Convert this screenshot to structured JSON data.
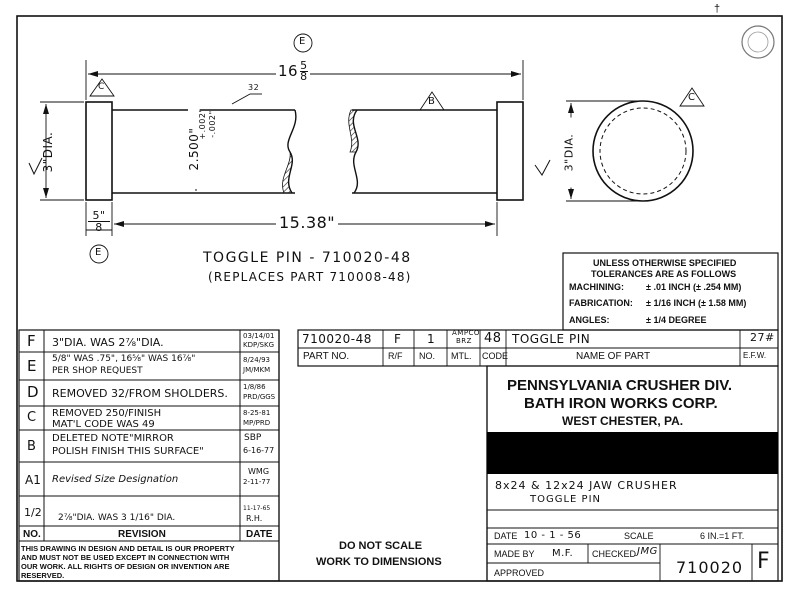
{
  "drawing": {
    "overall_length": "16",
    "overall_length_frac_num": "5",
    "overall_length_frac_den": "8",
    "shaft_length": "15.38\"",
    "diameter_left": "3\"DIA.",
    "diameter_right": "3\"DIA.",
    "shaft_diameter": "2.500\"",
    "shaft_tolerance_plus": "+.002\"",
    "shaft_tolerance_minus": "-.002\"",
    "collar_num": "5\"",
    "collar_den": "8",
    "finish_mark": "32",
    "rev_marks": {
      "c1": "C",
      "e_top": "E",
      "b": "B",
      "c_right": "C",
      "e_bottom": "E"
    },
    "title_line1": "TOGGLE PIN - 710020-48",
    "title_line2": "(REPLACES PART 710008-48)",
    "corner_mark": "†"
  },
  "tolerances": {
    "title1": "UNLESS OTHERWISE SPECIFIED",
    "title2": "TOLERANCES ARE AS FOLLOWS",
    "machining_label": "MACHINING:",
    "machining_value": "± .01 INCH (± .254 MM)",
    "fabrication_label": "FABRICATION:",
    "fabrication_value": "± 1/16 INCH (± 1.58 MM)",
    "angles_label": "ANGLES:",
    "angles_value": "± 1/4 DEGREE"
  },
  "revisions": {
    "rows": [
      {
        "mark": "F",
        "text": "3\"DIA. WAS 2⅞\"DIA.",
        "date": "03/14/01",
        "date2": "KDP/SKG"
      },
      {
        "mark": "E",
        "text": "5/8\" WAS .75\", 16⅝\" WAS 16⅞\"",
        "text2": "PER SHOP REQUEST",
        "date": "8/24/93",
        "date2": "JM/MKM"
      },
      {
        "mark": "D",
        "text": "REMOVED 32/FROM SHOLDERS.",
        "date": "1/8/86",
        "date2": "PRD/GGS"
      },
      {
        "mark": "C",
        "text": "REMOVED 250/FINISH",
        "text2": "MAT'L CODE WAS 49",
        "date": "8-25-81",
        "date2": "MP/PRD"
      },
      {
        "mark": "B",
        "text": "DELETED NOTE\"MIRROR",
        "text2": "POLISH FINISH THIS SURFACE\"",
        "date": "SBP",
        "date2": "6-16-77"
      },
      {
        "mark": "A1",
        "text": "Revised Size Designation",
        "date": "WMG",
        "date2": "2-11-77"
      },
      {
        "mark": "1/2",
        "text": "2⅞\"DIA. WAS 3 1/16\" DIA.",
        "date": "11-17-65",
        "date2": "R.H."
      }
    ],
    "col_no": "NO.",
    "col_revision": "REVISION",
    "col_date": "DATE"
  },
  "notice": {
    "line1": "THIS DRAWING IN DESIGN AND DETAIL IS OUR PROPERTY",
    "line2": "AND MUST NOT BE USED EXCEPT IN CONNECTION WITH",
    "line3": "OUR WORK. ALL RIGHTS OF DESIGN OR INVENTION ARE",
    "line4": "RESERVED."
  },
  "scale_note": {
    "line1": "DO NOT SCALE",
    "line2": "WORK TO DIMENSIONS"
  },
  "parts": {
    "part_no": "710020-48",
    "rf": "F",
    "qty": "1",
    "matl": "AMPCO BRZ",
    "matl1": "AMPCO",
    "matl2": "BRZ",
    "code": "48",
    "name": "TOGGLE PIN",
    "item": "27#",
    "hdr_part_no": "PART NO.",
    "hdr_rf": "R/F",
    "hdr_no": "NO.",
    "hdr_mtl": "MTL.",
    "hdr_code": "CODE",
    "hdr_name": "NAME OF PART",
    "hdr_efw": "E.F.W."
  },
  "title_block": {
    "company1": "PENNSYLVANIA CRUSHER DIV.",
    "company2": "BATH IRON WORKS CORP.",
    "city": "WEST CHESTER, PA.",
    "desc1": "8x24 & 12x24 JAW CRUSHER",
    "desc2": "TOGGLE PIN",
    "date_label": "DATE",
    "date_value": "10 - 1 - 56",
    "scale_label": "SCALE",
    "scale_value": "6 IN.=1 FT.",
    "made_by_label": "MADE BY",
    "made_by_value": "M.F.",
    "checked_label": "CHECKED",
    "checked_value": "JMG",
    "approved_label": "APPROVED",
    "drawing_no": "710020",
    "revision": "F"
  }
}
